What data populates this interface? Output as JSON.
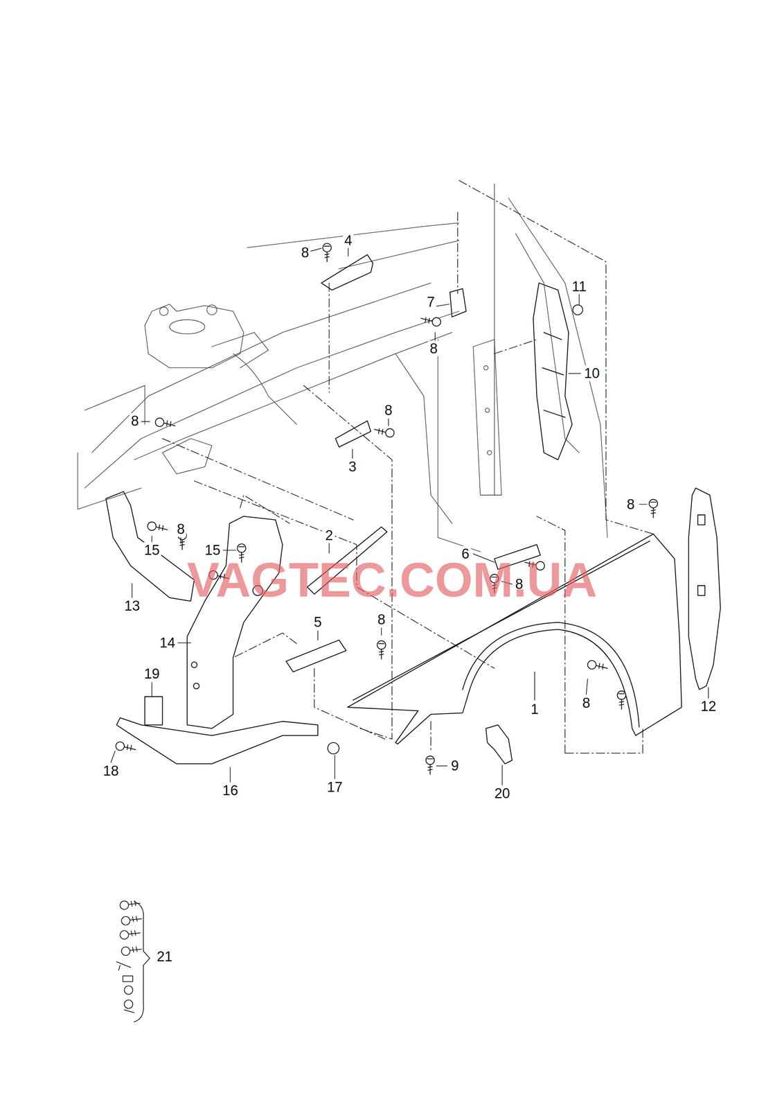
{
  "diagram": {
    "labels": [
      "4",
      "8",
      "11",
      "7",
      "8",
      "10",
      "8",
      "8",
      "3",
      "8",
      "2",
      "8",
      "15",
      "15",
      "6",
      "8",
      "VAGTEC.COM.UA",
      "13",
      "5",
      "8",
      "14",
      "19",
      "1",
      "8",
      "12",
      "9",
      "18",
      "16",
      "17",
      "20",
      "21"
    ]
  }
}
